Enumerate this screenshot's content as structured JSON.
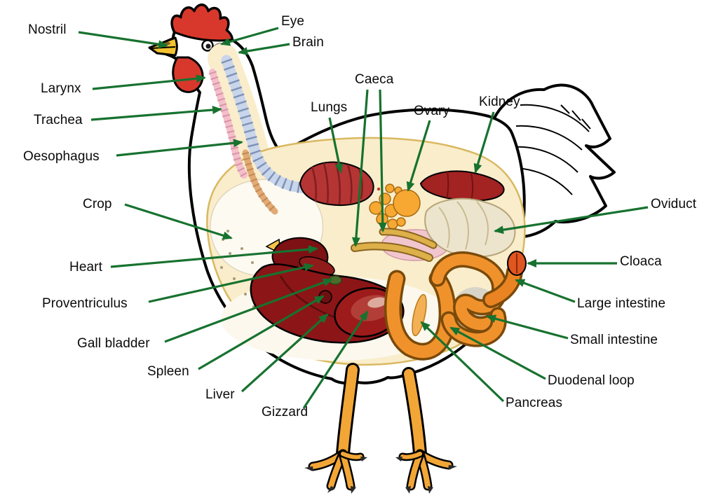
{
  "diagram": {
    "subject": "chicken-internal-anatomy",
    "labels": [
      {
        "id": "nostril",
        "text": "Nostril"
      },
      {
        "id": "eye",
        "text": "Eye"
      },
      {
        "id": "brain",
        "text": "Brain"
      },
      {
        "id": "larynx",
        "text": "Larynx"
      },
      {
        "id": "trachea",
        "text": "Trachea"
      },
      {
        "id": "oesophagus",
        "text": "Oesophagus"
      },
      {
        "id": "crop",
        "text": "Crop"
      },
      {
        "id": "heart",
        "text": "Heart"
      },
      {
        "id": "proventriculus",
        "text": "Proventriculus"
      },
      {
        "id": "gall-bladder",
        "text": "Gall bladder"
      },
      {
        "id": "spleen",
        "text": "Spleen"
      },
      {
        "id": "liver",
        "text": "Liver"
      },
      {
        "id": "gizzard",
        "text": "Gizzard"
      },
      {
        "id": "caeca",
        "text": "Caeca"
      },
      {
        "id": "lungs",
        "text": "Lungs"
      },
      {
        "id": "ovary",
        "text": "Ovary"
      },
      {
        "id": "kidney",
        "text": "Kidney"
      },
      {
        "id": "oviduct",
        "text": "Oviduct"
      },
      {
        "id": "cloaca",
        "text": "Cloaca"
      },
      {
        "id": "large-intestine",
        "text": "Large intestine"
      },
      {
        "id": "small-intestine",
        "text": "Small intestine"
      },
      {
        "id": "duodenal-loop",
        "text": "Duodenal loop"
      },
      {
        "id": "pancreas",
        "text": "Pancreas"
      }
    ]
  },
  "colors": {
    "arrow": "#17722f",
    "label_text": "#0a0a0a",
    "body_outline": "#000000",
    "body_fill": "#ffffff",
    "cavity_cream": "#f9edcb",
    "comb_wattle_red": "#d8382b",
    "beak_yellow": "#f2c230",
    "leg_orange": "#f2a636",
    "organ_dark_red": "#8c1517",
    "lungs_red": "#b53434",
    "kidney_red": "#a32222",
    "intestine_orange": "#f0922c",
    "ovary_orange": "#f6a832",
    "vertebrae_blue": "#c9d5ea",
    "trachea_pink": "#f4bfca",
    "oesophagus_tan": "#e2aa74",
    "oviduct_cream": "#ede4cd",
    "cloaca_red": "#e05520",
    "background": "#ffffff"
  }
}
